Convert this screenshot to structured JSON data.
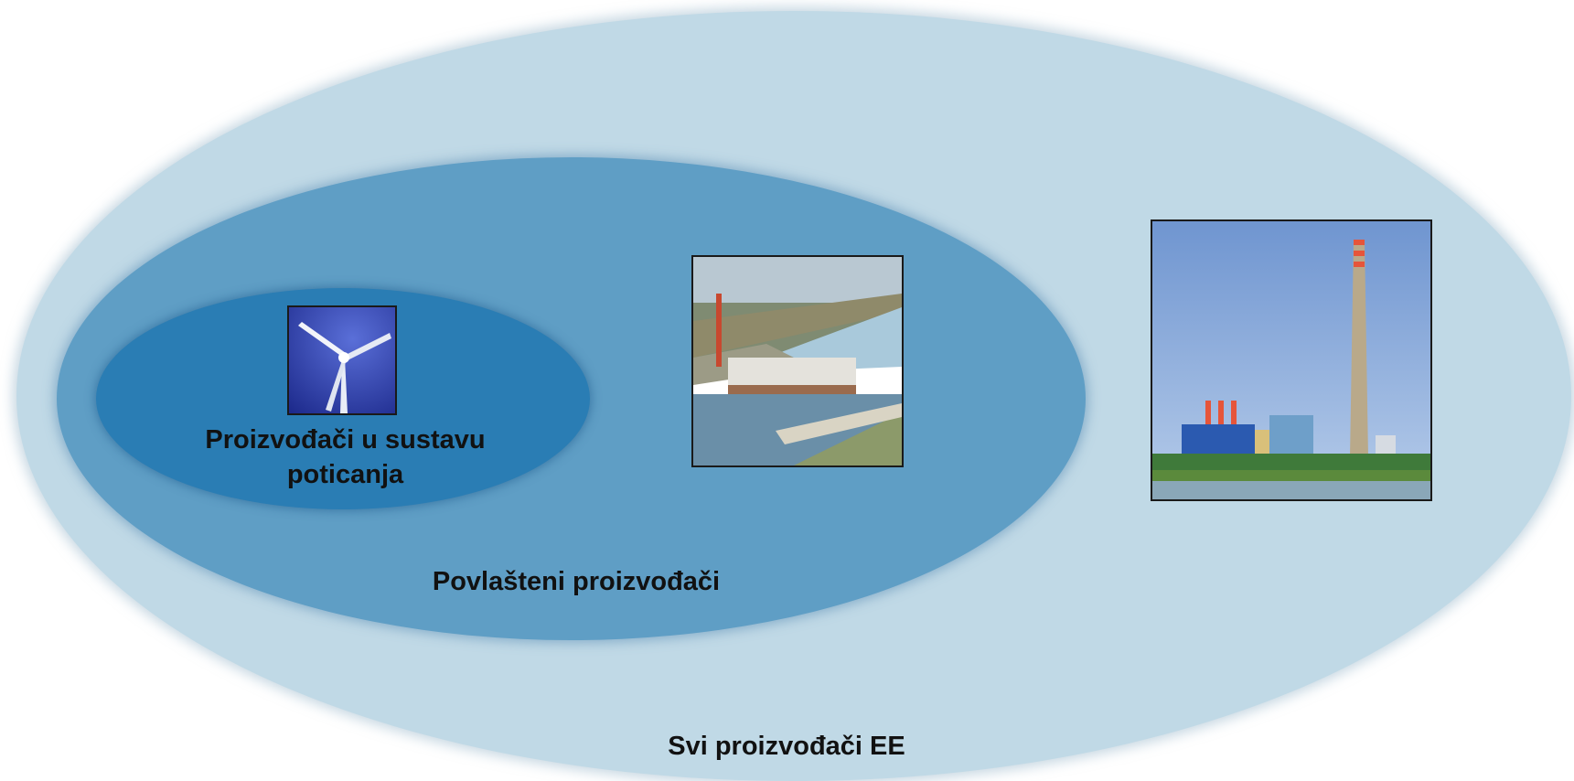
{
  "labels": {
    "inner": "Proizvođači u sustavu poticanja",
    "middle": "Povlašteni proizvođači",
    "outer": "Svi proizvođači EE"
  },
  "colors": {
    "outer_ellipse": "#c0d9e6",
    "middle_ellipse": "#5f9ec5",
    "inner_ellipse": "#2a7db4"
  },
  "images": {
    "wind": "wind-turbine",
    "hydro": "hydroelectric-plant",
    "thermal": "thermal-power-plant"
  }
}
